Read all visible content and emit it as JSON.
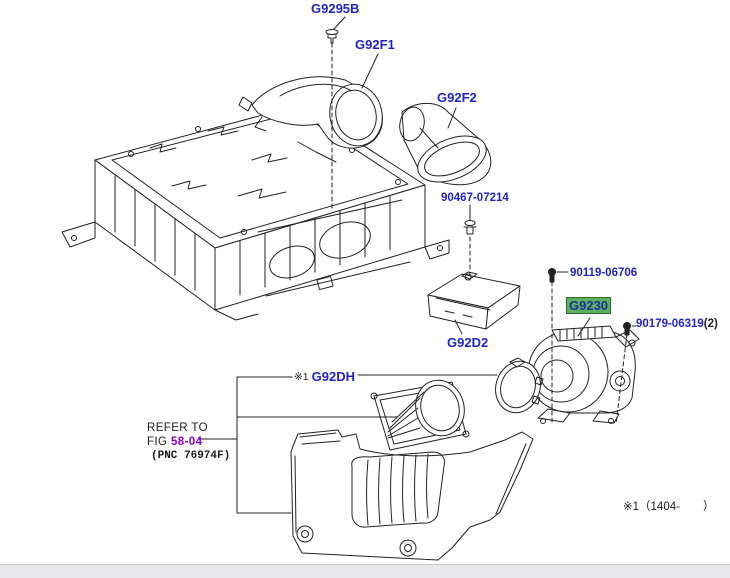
{
  "colors": {
    "label_blue": "#2222cc",
    "link_purple": "#8800cc",
    "text_black": "#1c1c1c",
    "highlight_green_bg": "#5fb05f",
    "highlight_green_border": "#2e6b2e",
    "line_color": "#222222",
    "scrollbar_track": "#e8e8ea",
    "scrollbar_border": "#c9c9c9",
    "background": "#ffffff"
  },
  "parts": {
    "g9295b": {
      "label": "G9295B"
    },
    "g92f1": {
      "label": "G92F1"
    },
    "g92f2": {
      "label": "G92F2"
    },
    "bolt_90467": {
      "label": "90467-07214"
    },
    "g92d2": {
      "label": "G92D2"
    },
    "bolt_90119": {
      "label": "90119-06706"
    },
    "g9230": {
      "label": "G9230",
      "highlighted": true
    },
    "bolt_90179": {
      "label": "90179-06319",
      "qty": "(2)"
    },
    "g92dh": {
      "prefix": "※1",
      "label": "G92DH"
    }
  },
  "refer_note": {
    "line1": "REFER TO",
    "fig_word": "FIG",
    "fig_link": "58-04",
    "pnc": "(PNC 76974F)"
  },
  "footnote": {
    "text": "※1（1404-　　）"
  }
}
